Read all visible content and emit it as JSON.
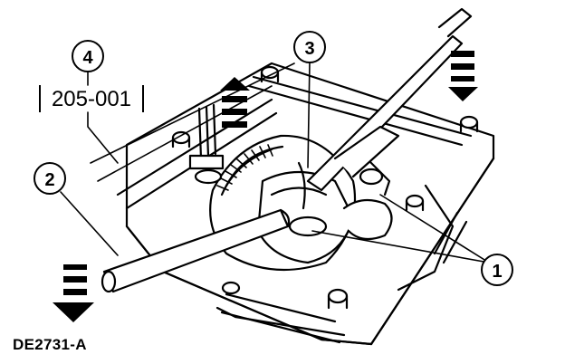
{
  "callouts": {
    "c1": "1",
    "c2": "2",
    "c3": "3",
    "c4": "4"
  },
  "tool_number": "205-001",
  "figure_id": "DE2731-A"
}
